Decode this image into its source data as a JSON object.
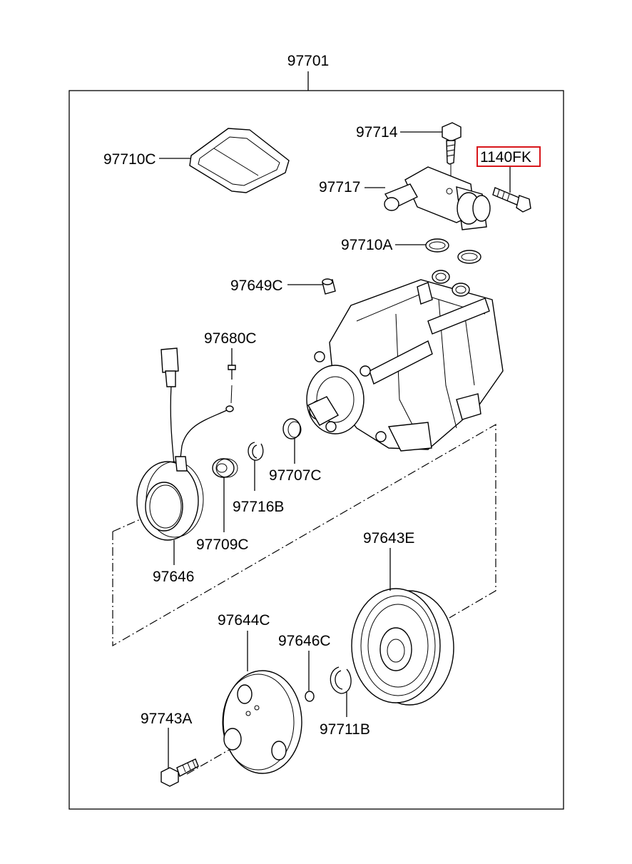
{
  "assembly_label": "97701",
  "parts": {
    "p97714": "97714",
    "p1140FK": "1140FK",
    "p97710C": "97710C",
    "p97717": "97717",
    "p97710A": "97710A",
    "p97649C": "97649C",
    "p97680C": "97680C",
    "p97707C": "97707C",
    "p97716B": "97716B",
    "p97709C": "97709C",
    "p97646": "97646",
    "p97643E": "97643E",
    "p97644C": "97644C",
    "p97646C": "97646C",
    "p97743A": "97743A",
    "p97711B": "97711B"
  },
  "highlight_color": "#d8161b"
}
